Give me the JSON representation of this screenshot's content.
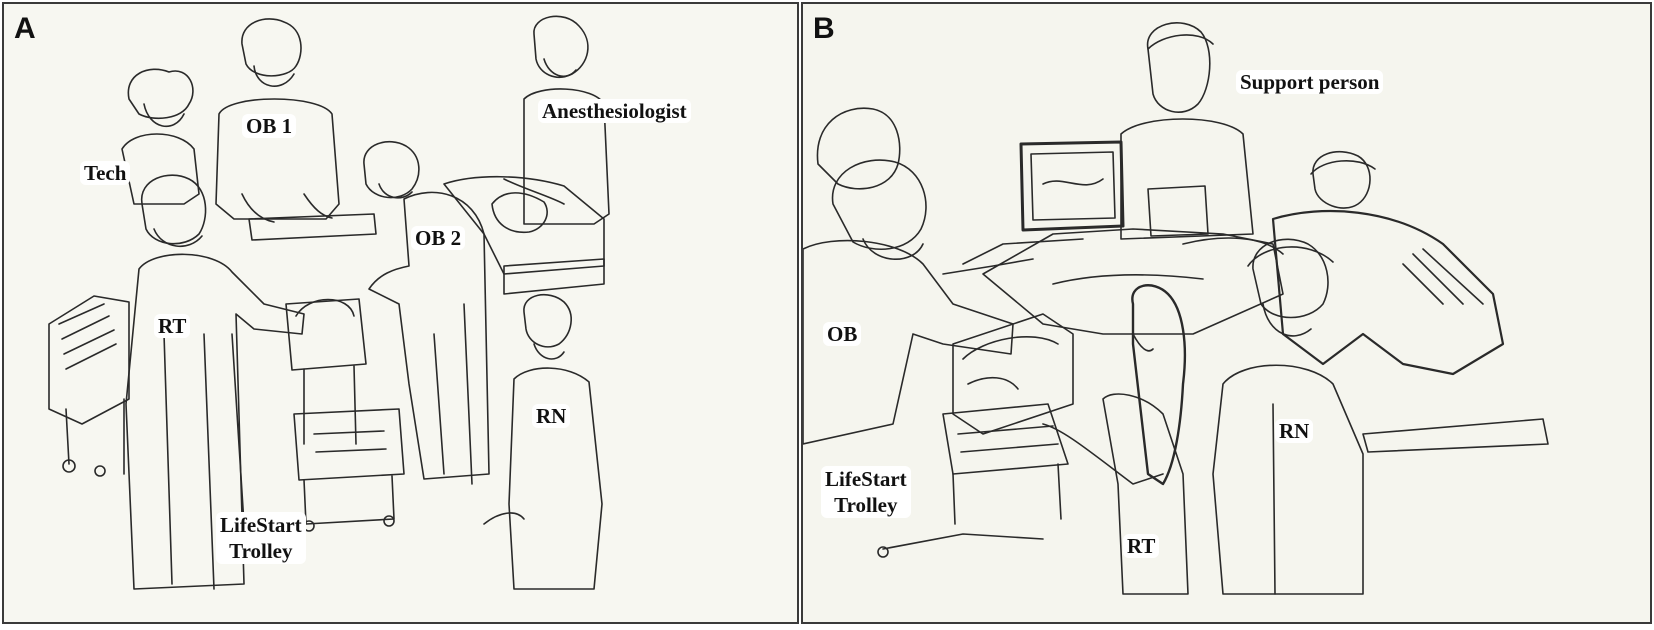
{
  "panels": [
    {
      "letter": "A",
      "labels": {
        "tech": "Tech",
        "ob1": "OB 1",
        "anesthesiologist": "Anesthesiologist",
        "ob2": "OB 2",
        "rt": "RT",
        "rn": "RN",
        "trolley_line1": "LifeStart",
        "trolley_line2": "Trolley"
      }
    },
    {
      "letter": "B",
      "labels": {
        "support_person": "Support person",
        "ob": "OB",
        "rn": "RN",
        "rt": "RT",
        "trolley_line1": "LifeStart",
        "trolley_line2": "Trolley"
      }
    }
  ],
  "colors": {
    "sketch_stroke": "#2a2a2a",
    "paper": "#f7f7f1",
    "border": "#3a3a3a"
  }
}
